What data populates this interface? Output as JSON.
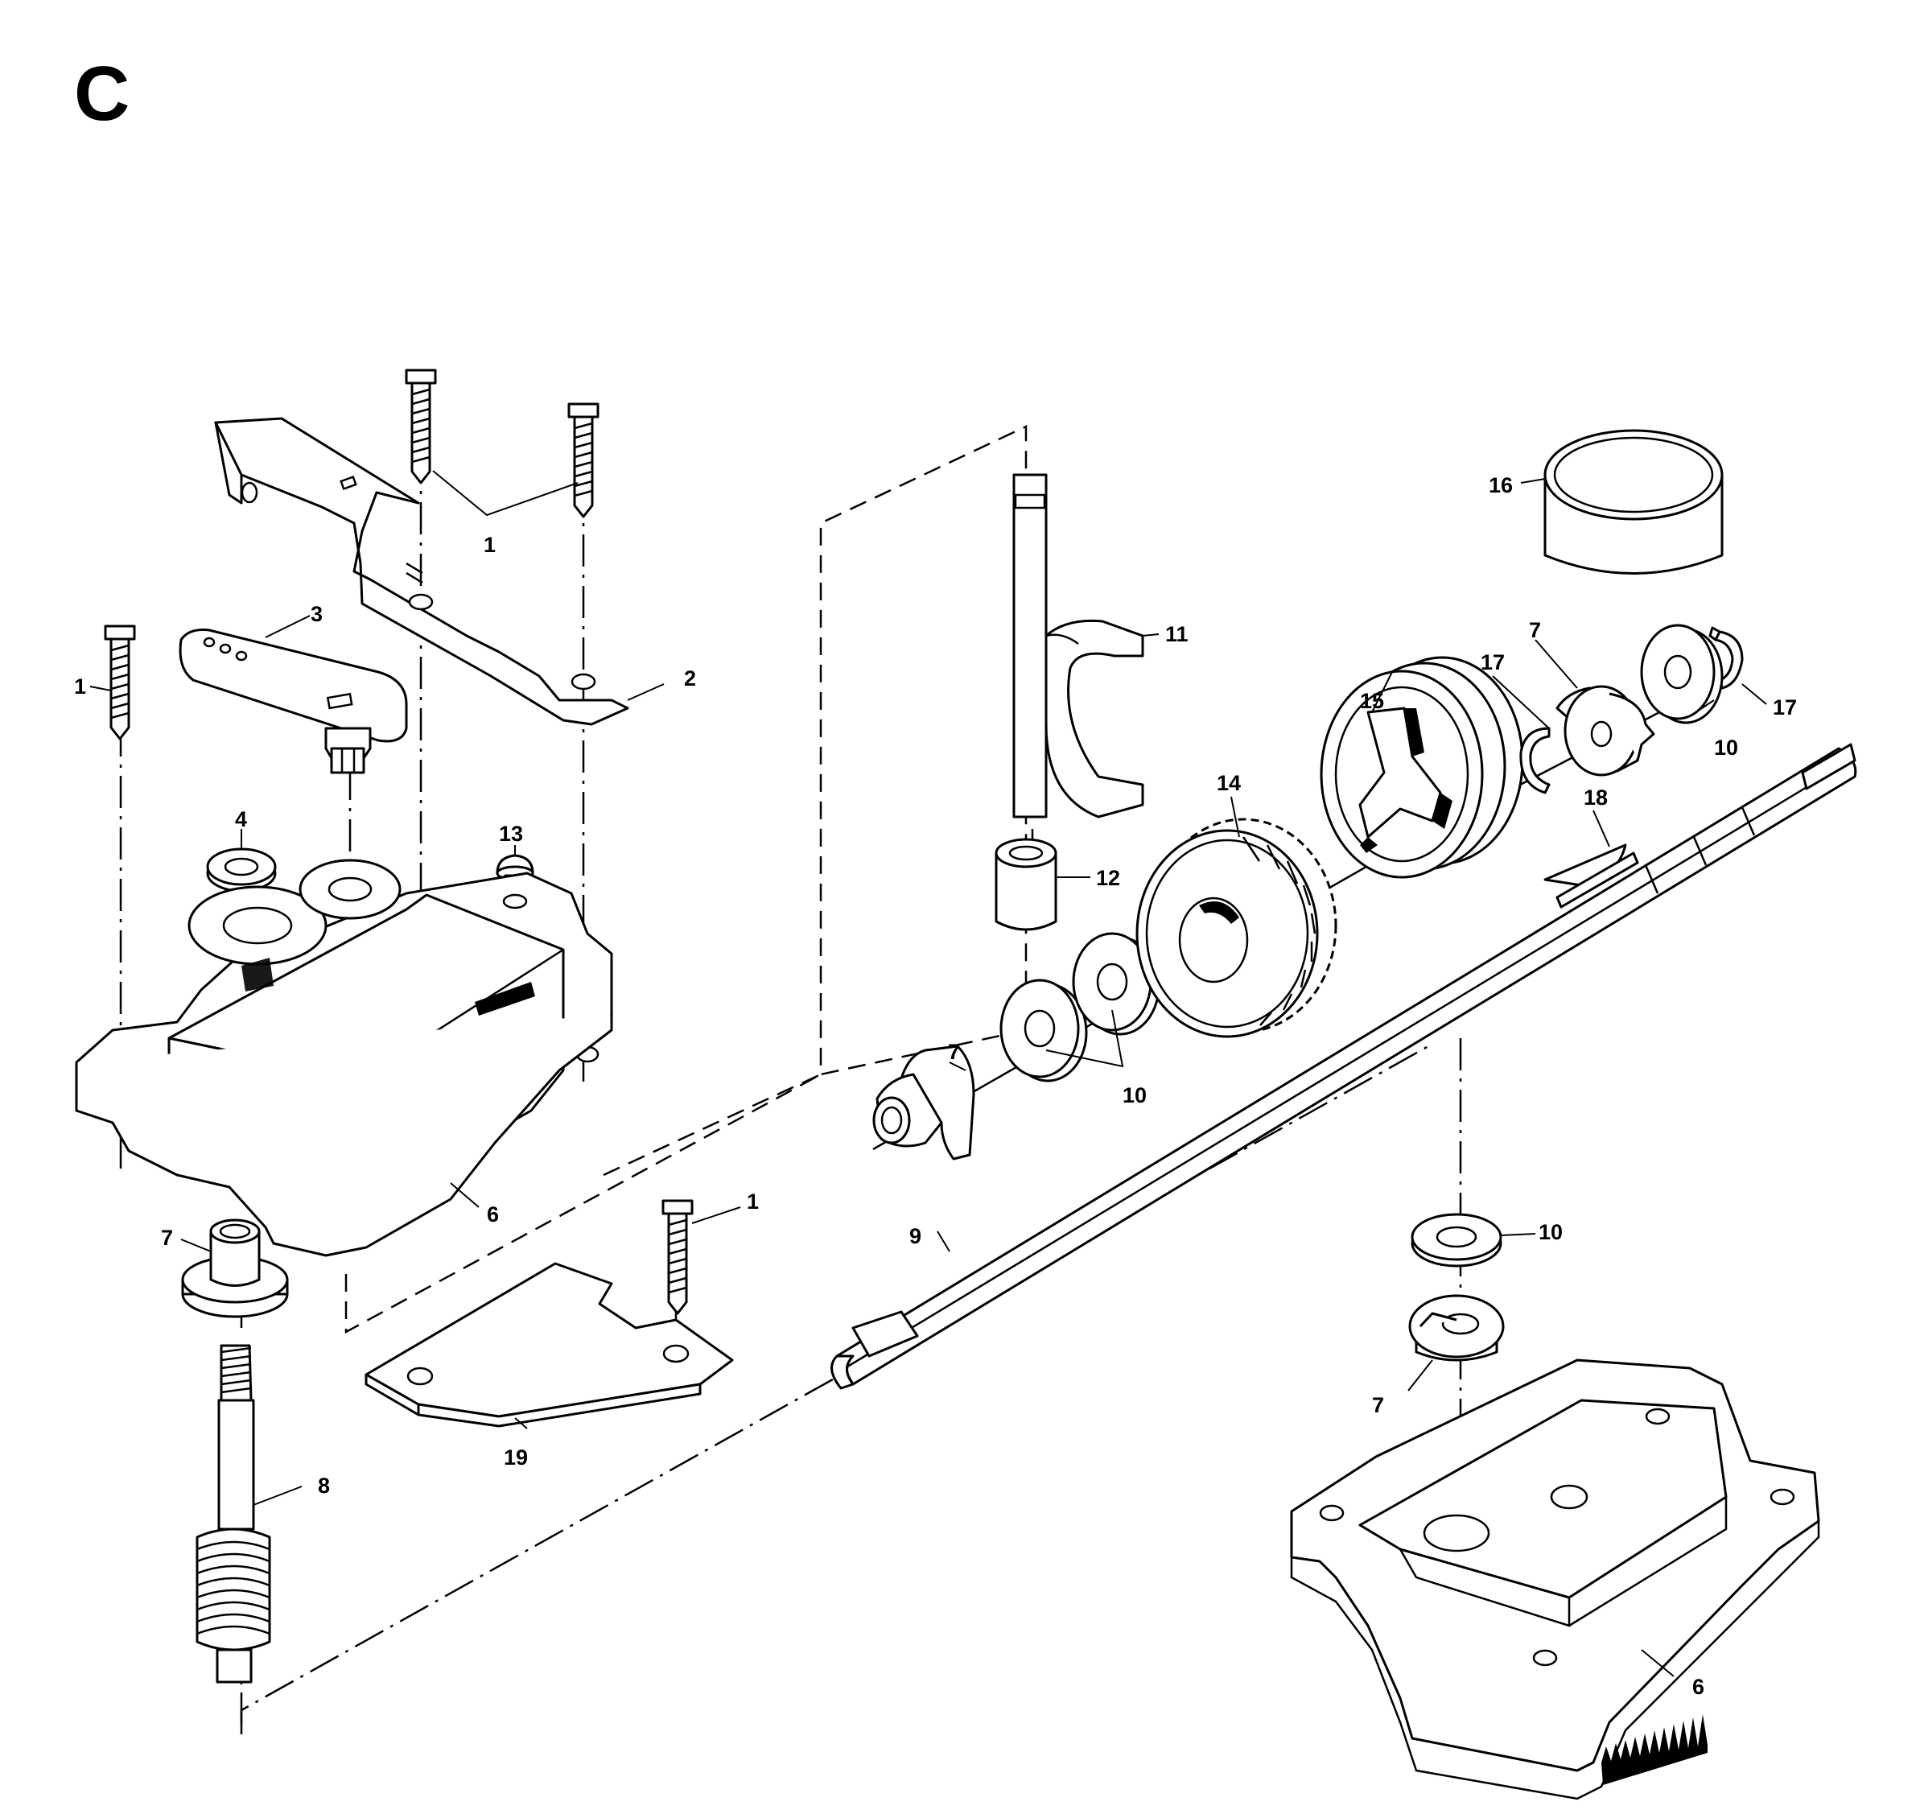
{
  "section_letter": "C",
  "callouts": {
    "c1_top": "1",
    "c1_left": "1",
    "c1_bottom": "1",
    "c2": "2",
    "c3": "3",
    "c4": "4",
    "c6_top": "6",
    "c6_bottom": "6",
    "c7_left": "7",
    "c7_mid": "7",
    "c7_right": "7",
    "c7_bottom": "7",
    "c8": "8",
    "c9": "9",
    "c10_mid": "10",
    "c10_right": "10",
    "c10_bottom": "10",
    "c11": "11",
    "c12": "12",
    "c13": "13",
    "c14": "14",
    "c15": "15",
    "c16": "16",
    "c17_left": "17",
    "c17_right": "17",
    "c18": "18",
    "c19": "19"
  }
}
